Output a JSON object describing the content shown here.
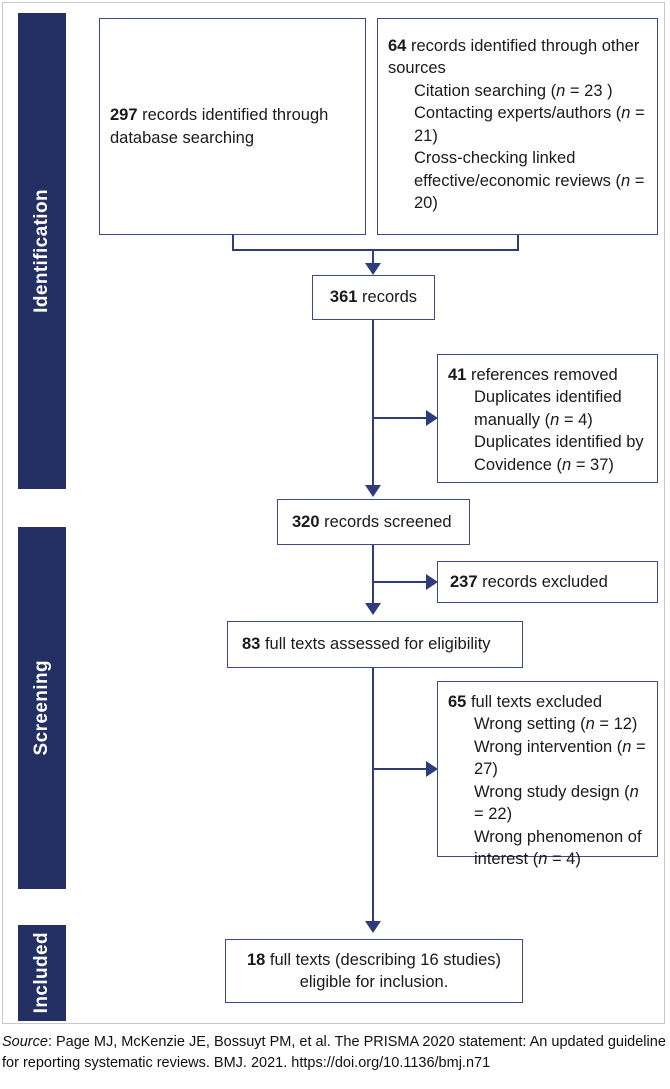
{
  "colors": {
    "navy_bar": "#242f63",
    "box_border": "#3a4a8c",
    "connector": "#2e3d7a",
    "frame": "#c9c9c9"
  },
  "stages": [
    {
      "id": "identification",
      "label": "Identification"
    },
    {
      "id": "screening",
      "label": "Screening"
    },
    {
      "id": "included",
      "label": "Included"
    }
  ],
  "boxes": {
    "db_records": {
      "count": "297",
      "text": " records identified through database searching"
    },
    "other_sources": {
      "count": "64",
      "text": " records identified through other sources",
      "items": [
        {
          "label": "Citation searching (",
          "n_italic": "n",
          "n_value": " = 23 )"
        },
        {
          "label": "Contacting experts/authors (",
          "n_italic": "n",
          "n_value": " = 21)"
        },
        {
          "label": "Cross-checking linked effective/economic reviews (",
          "n_italic": "n",
          "n_value": " = 20)"
        }
      ]
    },
    "total_records": {
      "count": "361",
      "text": " records"
    },
    "refs_removed": {
      "count": "41",
      "text": " references removed",
      "items": [
        {
          "label": "Duplicates identified manually (",
          "n_italic": "n",
          "n_value": " = 4)"
        },
        {
          "label": "Duplicates identified by Covidence (",
          "n_italic": "n",
          "n_value": " = 37)"
        }
      ]
    },
    "records_screened": {
      "count": "320",
      "text": " records screened"
    },
    "records_excluded": {
      "count": "237",
      "text": " records excluded"
    },
    "fulltext_assessed": {
      "count": "83",
      "text": " full texts assessed for eligibility"
    },
    "fulltext_excluded": {
      "count": "65",
      "text": " full texts excluded",
      "items": [
        {
          "label": "Wrong setting (",
          "n_italic": "n",
          "n_value": " = 12)"
        },
        {
          "label": "Wrong intervention (",
          "n_italic": "n",
          "n_value": " = 27)"
        },
        {
          "label": "Wrong study design (",
          "n_italic": "n",
          "n_value": " = 22)"
        },
        {
          "label": "Wrong phenomenon of interest (",
          "n_italic": "n",
          "n_value": " = 4)"
        }
      ]
    },
    "included_final": {
      "count": "18",
      "text": " full texts (describing 16 studies) eligible for inclusion."
    }
  },
  "source_caption": {
    "source_word": "Source",
    "text": ": Page MJ, McKenzie JE, Bossuyt PM, et al. The PRISMA 2020 statement: An updated guideline for reporting systematic reviews. BMJ. 2021. https://doi.org/10.1136/bmj.n71"
  }
}
